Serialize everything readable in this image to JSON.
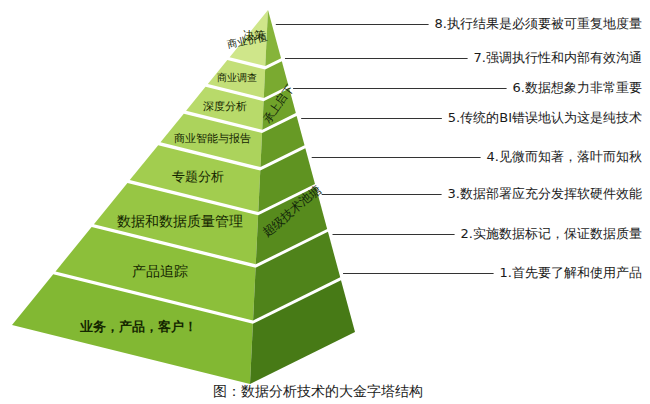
{
  "diagram": {
    "caption": "图：数据分析技术的大金字塔结构",
    "nodes": [
      {
        "text": [
          "决策"
        ]
      },
      {
        "text": [
          "商业调查"
        ]
      },
      {
        "text": [
          "深度分析"
        ]
      },
      {
        "text": [
          "商业智能与报告"
        ]
      },
      {
        "text": [
          "专题分析"
        ]
      },
      {
        "text": [
          "数据和数据质量管理"
        ]
      },
      {
        "text": [
          "产品追踪"
        ]
      },
      {
        "text": [
          "业务，产品，客户！"
        ]
      }
    ],
    "labels": [
      "商业价值",
      "承上启下",
      "超级技术池塘",
      "8.执行结果是必须要被可重复地度量",
      "7.强调执行性和内部有效沟通",
      "6.数据想象力非常重要",
      "5.传统的BI错误地认为这是纯技术",
      "4.见微而知著，落叶而知秋",
      "3.数据部署应充分发挥软硬件效能",
      "2.实施数据标记，保证数据质量",
      "1.首先要了解和使用产品"
    ]
  }
}
